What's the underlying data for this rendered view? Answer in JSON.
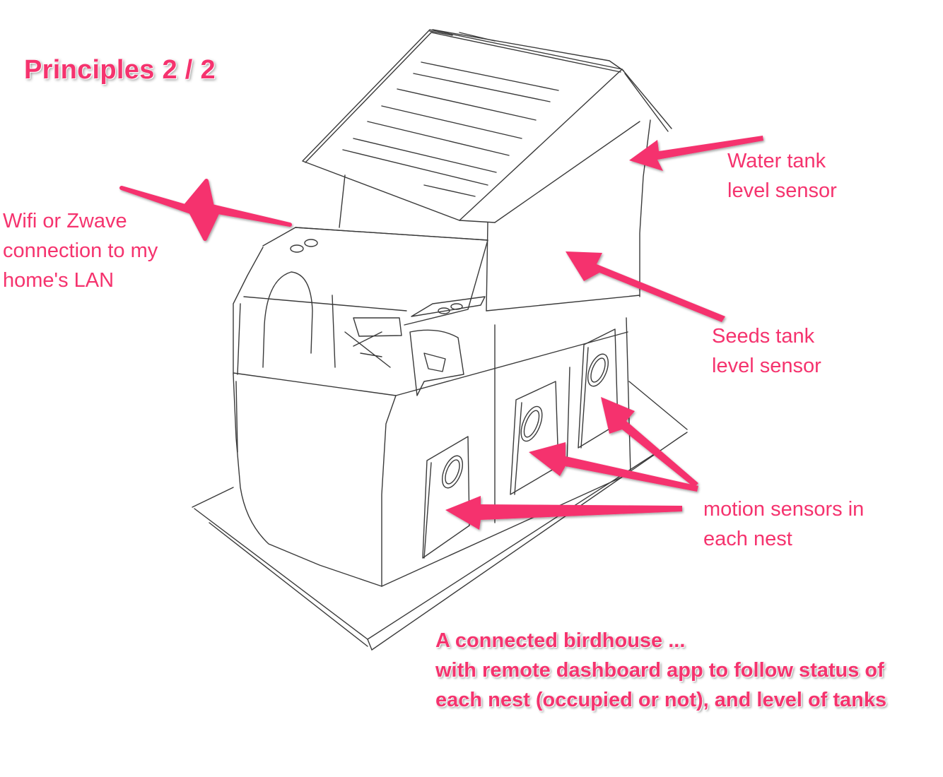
{
  "title": "Principles 2 / 2",
  "labels": {
    "wifi": [
      "Wifi or Zwave",
      "connection to my",
      "home's LAN"
    ],
    "water_tank": [
      "Water tank",
      "level sensor"
    ],
    "seeds_tank": [
      "Seeds tank",
      "level sensor"
    ],
    "motion": [
      "motion sensors in",
      "each nest"
    ]
  },
  "caption": [
    "A connected birdhouse ...",
    "with remote dashboard app to follow status of",
    "each nest (occupied or not), and level of tanks"
  ],
  "colors": {
    "accent": "#f5336e",
    "sketch_line": "#3a3a3a",
    "background": "#ffffff"
  },
  "icons": {
    "signal": "lightning-zigzag-icon",
    "arrow": "arrow-icon"
  }
}
